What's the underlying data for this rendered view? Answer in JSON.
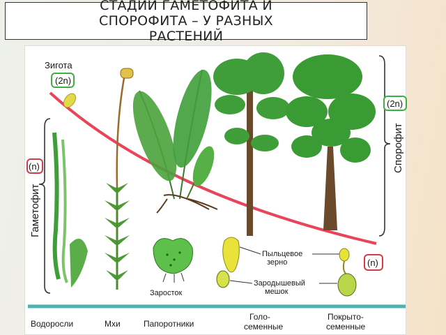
{
  "title": "СТАДИИ ГАМЕТОФИТА И СПОРОФИТА – У РАЗНЫХ РАСТЕНИЙ",
  "diagram": {
    "zygote_label": "Зигота",
    "zygote_ploidy": "(2n)",
    "sporophyte_label": "Спорофит",
    "sporophyte_ploidy": "(2n)",
    "gametophyte_label": "Гаметофит",
    "gametophyte_ploidy": "(n)",
    "gametophyte_ploidy_right": "(n)",
    "pollen_label_1": "Пыльцевое",
    "pollen_label_2": "зерно",
    "embryo_sac_label_1": "Зародышевый",
    "embryo_sac_label_2": "мешок",
    "prothallus_label": "Заросток",
    "groups": {
      "algae": "Водоросли",
      "mosses": "Мхи",
      "ferns": "Папоротники",
      "gymno_1": "Голо-",
      "gymno_2": "семенные",
      "angio_1": "Покрыто-",
      "angio_2": "семенные"
    },
    "colors": {
      "curve": "#e8445a",
      "baseline": "#4bb3b0",
      "green_box": "#3cb043",
      "red_box": "#d23c4a",
      "leaf": "#3f9e3a",
      "leaf_light": "#7cc36a",
      "trunk": "#6b4a2b",
      "cell": "#d9d94a"
    }
  }
}
